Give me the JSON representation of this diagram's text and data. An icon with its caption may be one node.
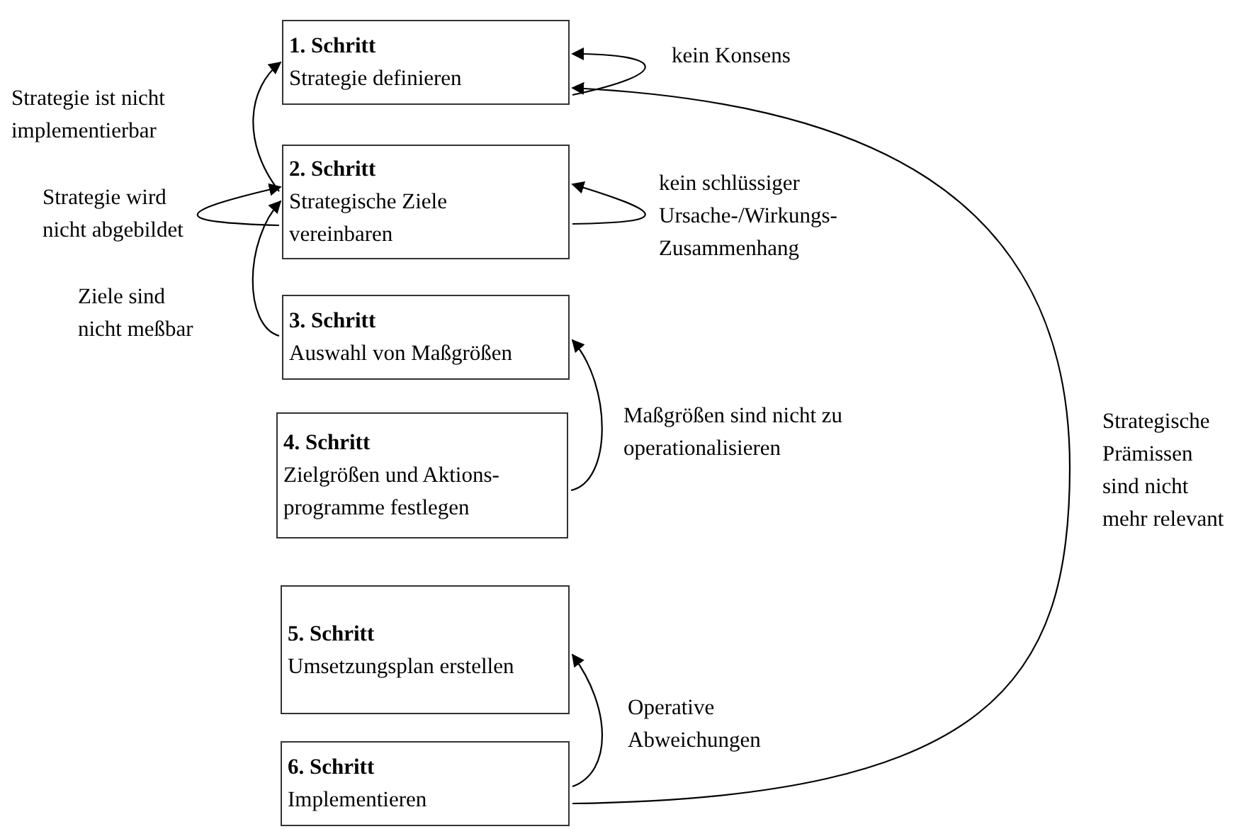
{
  "diagram": {
    "nodes": [
      {
        "text": [
          "1. Schritt",
          "Strategie definieren"
        ]
      },
      {
        "text": [
          "2. Schritt",
          "Strategische Ziele vereinbaren"
        ]
      },
      {
        "text": [
          "3. Schritt",
          "Auswahl von Maßgrößen"
        ]
      },
      {
        "text": [
          "4. Schritt",
          "Zielgrößen und Aktions-programme festlegen"
        ]
      },
      {
        "text": [
          "5. Schritt",
          "Umsetzungsplan erstellen"
        ]
      },
      {
        "text": [
          "6. Schritt",
          "Implementieren"
        ]
      }
    ],
    "edges": [
      {
        "from": 0,
        "to": 0,
        "arrow": "to",
        "label": "kein Konsens"
      },
      {
        "from": 1,
        "to": 0,
        "arrow": "to",
        "label": "Strategie ist nicht implementierbar"
      },
      {
        "from": 1,
        "to": 1,
        "arrow": "to",
        "label": "Strategie wird nicht abgebildet"
      },
      {
        "from": 2,
        "to": 1,
        "arrow": "to",
        "label": "Ziele sind nicht meßbar"
      },
      {
        "from": 1,
        "to": 1,
        "arrow": "to",
        "label": "kein schlüssiger Ursache-/Wirkungs-Zusammenhang"
      },
      {
        "from": 3,
        "to": 2,
        "arrow": "to",
        "label": "Maßgrößen sind nicht zu operationalisieren"
      },
      {
        "from": 5,
        "to": 4,
        "arrow": "to",
        "label": "Operative Abweichungen"
      },
      {
        "from": 5,
        "to": 0,
        "arrow": "to",
        "label": "Strategische Prämissen sind nicht mehr relevant"
      }
    ]
  }
}
